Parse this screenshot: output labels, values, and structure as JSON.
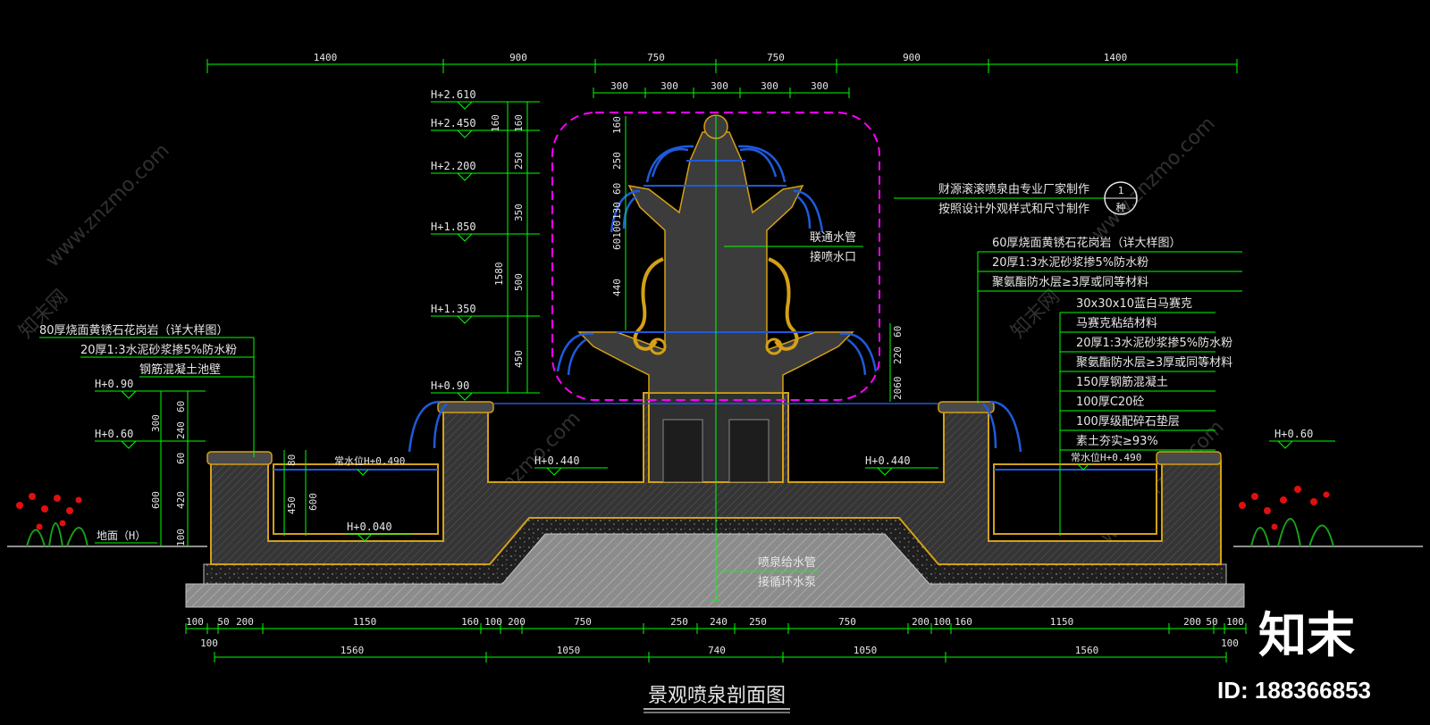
{
  "title": "景观喷泉剖面图",
  "brand": "知末",
  "doc_id": "ID: 188366853",
  "watermark": "www.znzmo.com",
  "watermark_cn": "知末网",
  "colors": {
    "background": "#000000",
    "dimension": "#00ff00",
    "concrete": "#3c3c3c",
    "finish": "#d4a017",
    "water": "#1e5adc",
    "outline": "#ff00ff",
    "text": "#e6e6e6"
  },
  "top_dims": {
    "row1": [
      "1400",
      "900",
      "750",
      "750",
      "900",
      "1400"
    ],
    "row2": [
      "300",
      "300",
      "300",
      "300",
      "300"
    ]
  },
  "bottom_dims": {
    "row1": [
      "100",
      "50",
      "200",
      "1150",
      "160",
      "100",
      "200",
      "750",
      "250",
      "240",
      "250",
      "750",
      "200",
      "100",
      "160",
      "1150",
      "200",
      "50",
      "100"
    ],
    "row2": [
      "100",
      "100"
    ],
    "row3": [
      "1560",
      "1050",
      "740",
      "1050",
      "1560"
    ]
  },
  "left_levels": [
    "H+2.610",
    "H+2.450",
    "H+2.200",
    "H+1.850",
    "H+1.350",
    "H+0.90"
  ],
  "left_vertical_dims": [
    "160",
    "250",
    "350",
    "500",
    "450",
    "1580"
  ],
  "left_wall_levels": [
    "H+0.90",
    "H+0.60"
  ],
  "left_wall_dims": [
    "60",
    "300",
    "240",
    "60",
    "600",
    "420",
    "100",
    "80",
    "450",
    "600"
  ],
  "fountain_inner_dims": [
    "160",
    "250",
    "60",
    "130",
    "60100",
    "440"
  ],
  "fountain_right_dims": [
    "60",
    "220",
    "2060"
  ],
  "center_level_left": "H+0.440",
  "center_level_right": "H+0.440",
  "pool_bottom_level": "H+0.040",
  "ground_label": "地面（H）",
  "water_level_left": "常水位H+0.490",
  "water_level_right": "常水位H+0.490",
  "right_level": "H+0.60",
  "left_notes": [
    "80厚烧面黄锈石花岗岩（详大样图）",
    "20厚1:3水泥砂浆掺5%防水粉",
    "钢筋混凝土池壁"
  ],
  "top_right_notes": [
    "财源滚滚喷泉由专业厂家制作",
    "按照设计外观样式和尺寸制作"
  ],
  "callout": {
    "num": "1",
    "ref": "种"
  },
  "pipe_notes": [
    "联通水管",
    "接喷水口"
  ],
  "right_notes_a": [
    "60厚烧面黄锈石花岗岩（详大样图）",
    "20厚1:3水泥砂浆掺5%防水粉",
    "聚氨酯防水层≥3厚或同等材料"
  ],
  "right_notes_b": [
    "30x30x10蓝白马赛克",
    "马赛克粘结材料",
    "20厚1:3水泥砂浆掺5%防水粉",
    "聚氨酯防水层≥3厚或同等材料",
    "150厚钢筋混凝土",
    "100厚C20砼",
    "100厚级配碎石垫层",
    "素土夯实≥93%"
  ],
  "bottom_pipe_notes": [
    "喷泉给水管",
    "接循环水泵"
  ]
}
